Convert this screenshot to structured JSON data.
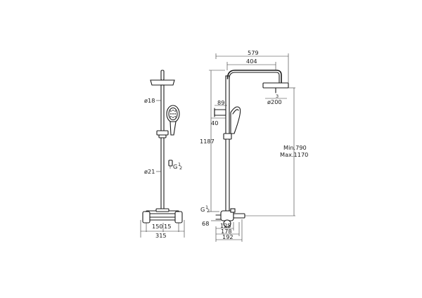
{
  "labels": {
    "d18": "ø18",
    "d21": "ø21",
    "g_left_main": "G",
    "g_left_sup": "1",
    "g_left_sub": "2",
    "w150": "150",
    "w15": "15",
    "w315": "315",
    "w579": "579",
    "w404": "404",
    "w89": "89",
    "w40": "40",
    "h1187": "1187",
    "minh": "Min.790",
    "maxh": "Max.1170",
    "d200": "ø200",
    "n3": "3",
    "g_right_main": "G",
    "g_right_sup": "1",
    "g_right_sub": "2",
    "w68": "68",
    "w125": "125",
    "w178": "178",
    "w192": "192"
  },
  "colors": {
    "line": "#1a1a1a",
    "background": "#ffffff"
  }
}
